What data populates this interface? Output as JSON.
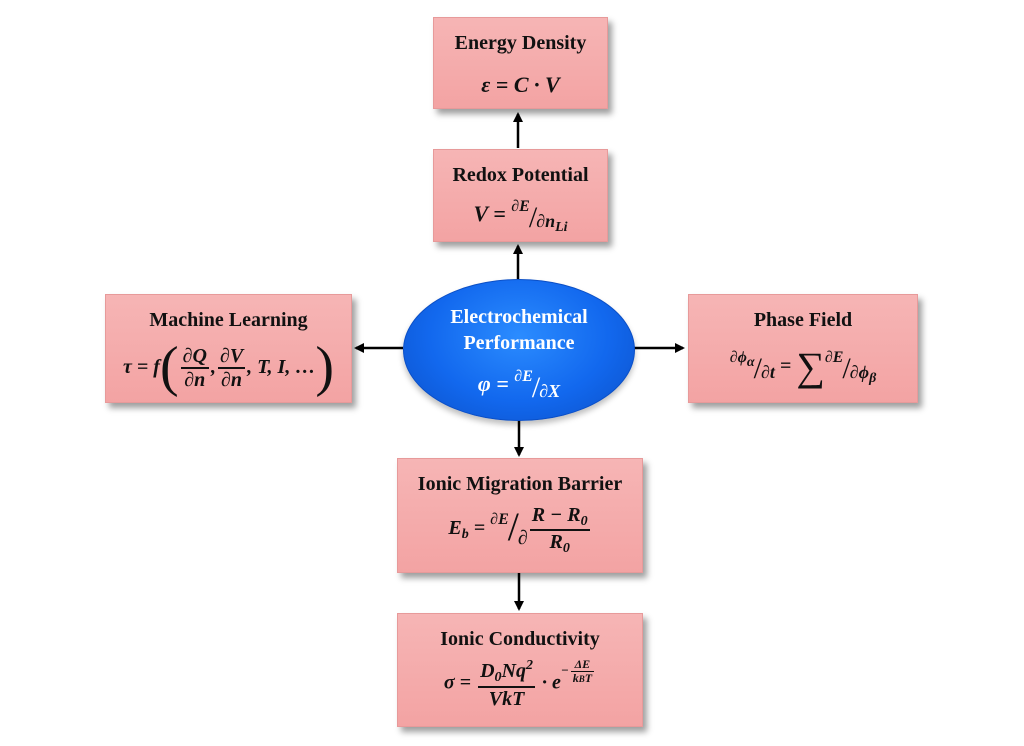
{
  "center": {
    "title_line1": "Electrochemical",
    "title_line2": "Performance",
    "formula": {
      "lhs": "φ",
      "num": "∂E",
      "den": "∂X"
    }
  },
  "energy_density": {
    "title": "Energy Density",
    "formula": "ε = C · V"
  },
  "redox_potential": {
    "title": "Redox Potential",
    "formula": {
      "lhs": "V",
      "num": "∂E",
      "den": "∂n",
      "den_sub": "Li"
    }
  },
  "machine_learning": {
    "title": "Machine Learning",
    "formula": {
      "lhs": "τ",
      "func": "f",
      "frac1_num": "∂Q",
      "frac1_den": "∂n",
      "frac2_num": "∂V",
      "frac2_den": "∂n",
      "rest": ", T, I, …"
    }
  },
  "phase_field": {
    "title": "Phase Field",
    "formula": {
      "lhs_num": "∂ϕ",
      "lhs_num_sub": "α",
      "lhs_den": "∂t",
      "sum": "∑",
      "rhs_num": "∂E",
      "rhs_den": "∂ϕ",
      "rhs_den_sub": "β"
    }
  },
  "ionic_migration": {
    "title": "Ionic Migration Barrier",
    "formula": {
      "lhs": "E",
      "lhs_sub": "b",
      "num": "∂E",
      "den_prefix": "∂",
      "inner_num": "R − R",
      "inner_num_sub": "0",
      "inner_den": "R",
      "inner_den_sub": "0"
    }
  },
  "ionic_conductivity": {
    "title": "Ionic Conductivity",
    "formula": {
      "lhs": "σ",
      "num_a": "D",
      "num_a_sub": "0",
      "num_b": "Nq",
      "num_b_sup": "2",
      "den": "VkT",
      "exp_base": "e",
      "exp_sign": "−",
      "exp_num": "ΔE",
      "exp_den": "k",
      "exp_den_sub": "B",
      "exp_den_tail": "T"
    }
  }
}
